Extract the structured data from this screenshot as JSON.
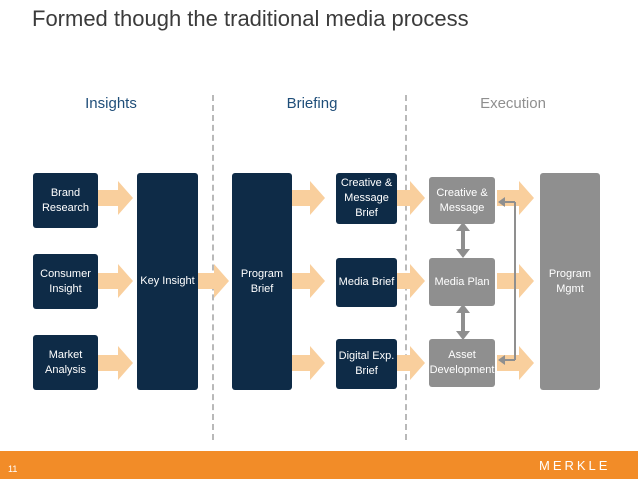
{
  "title": "Formed though the traditional media process",
  "columns": {
    "insights": "Insights",
    "briefing": "Briefing",
    "execution": "Execution"
  },
  "colors": {
    "navy": "#0e2b47",
    "gray": "#8f8f8f",
    "orange": "#f28c28",
    "arrow": "#f9cf9d",
    "insights_head": "#1f4e79",
    "briefing_head": "#1f4e79",
    "execution_head": "#8f8f8f"
  },
  "boxes": {
    "brand_research": "Brand Research",
    "consumer_insight": "Consumer Insight",
    "market_analysis": "Market Analysis",
    "key_insight": "Key Insight",
    "program_brief": "Program Brief",
    "creative_message_brief": "Creative & Message Brief",
    "media_brief": "Media Brief",
    "digital_exp_brief": "Digital Exp. Brief",
    "creative_message": "Creative & Message",
    "media_plan": "Media Plan",
    "asset_development": "Asset Development",
    "program_mgmt": "Program Mgmt"
  },
  "footer": {
    "page_number": "11",
    "logo": "MERKLE"
  }
}
